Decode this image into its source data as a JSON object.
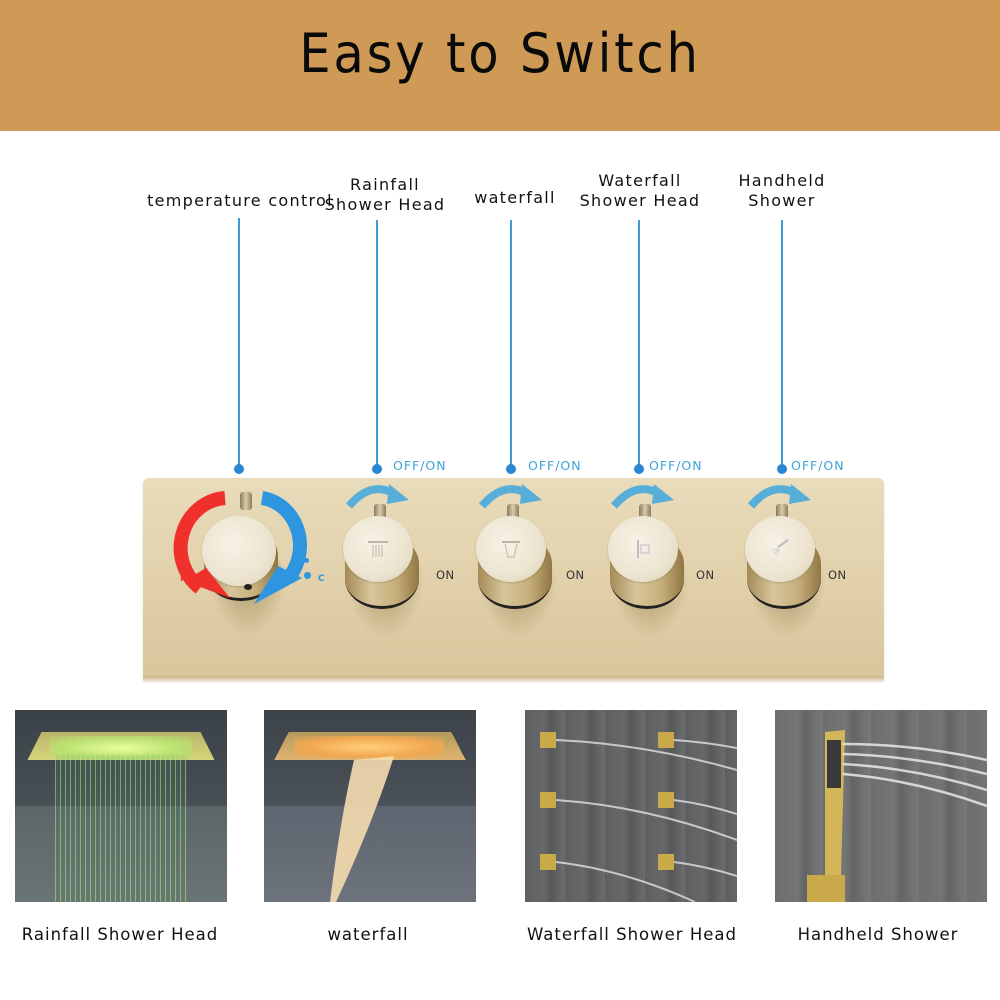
{
  "header": {
    "title": "Easy to Switch",
    "background_color": "#CF9A56"
  },
  "callouts": [
    {
      "id": "temperature",
      "label_lines": [
        "temperature control"
      ],
      "off_on": null
    },
    {
      "id": "rainfall",
      "label_lines": [
        "Rainfall",
        "Shower Head"
      ],
      "off_on": "OFF/ON"
    },
    {
      "id": "waterfall",
      "label_lines": [
        "waterfall"
      ],
      "off_on": "OFF/ON"
    },
    {
      "id": "waterfall-shower-head",
      "label_lines": [
        "Waterfall",
        "Shower Head"
      ],
      "off_on": "OFF/ON"
    },
    {
      "id": "handheld",
      "label_lines": [
        "Handheld",
        "Shower"
      ],
      "off_on": "OFF/ON"
    }
  ],
  "panel": {
    "temperature_knob": {
      "hot_label": "H",
      "cold_label": "C",
      "hot_color": "#f0302a",
      "cold_color": "#2e95e0"
    },
    "diverter_knobs": [
      {
        "icon": "rainfall-icon",
        "state_label": "ON"
      },
      {
        "icon": "waterfall-icon",
        "state_label": "ON"
      },
      {
        "icon": "body-jets-icon",
        "state_label": "ON"
      },
      {
        "icon": "handheld-icon",
        "state_label": "ON"
      }
    ],
    "accent_color": "#3fa2d6"
  },
  "gallery": [
    {
      "caption": "Rainfall Shower Head"
    },
    {
      "caption": "waterfall"
    },
    {
      "caption": "Waterfall Shower Head"
    },
    {
      "caption": "Handheld Shower"
    }
  ]
}
